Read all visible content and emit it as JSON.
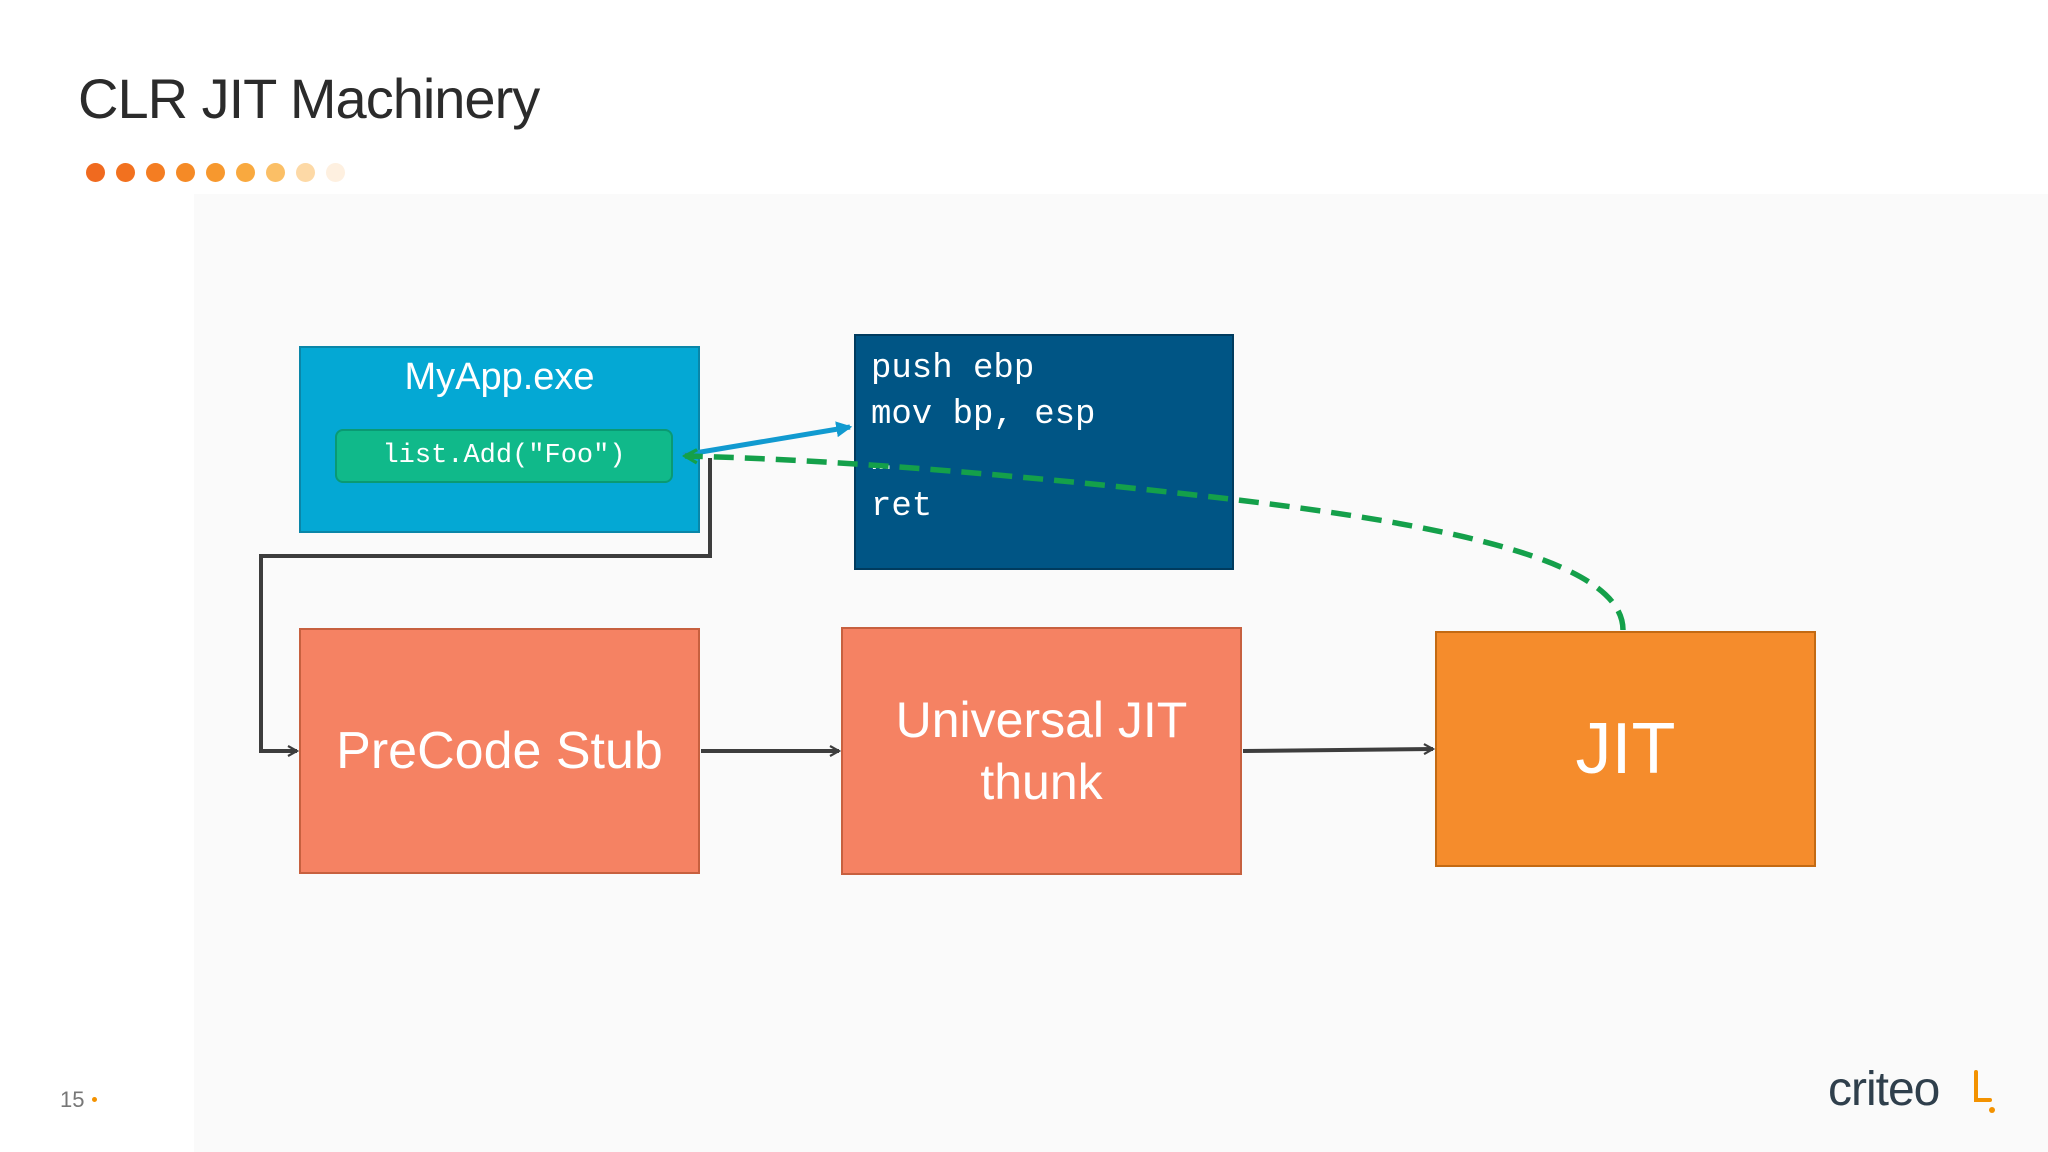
{
  "slide": {
    "title": "CLR JIT Machinery",
    "page_number": "15",
    "logo": "criteo"
  },
  "decor": {
    "dot_colors": [
      "#f06a1f",
      "#f2711f",
      "#f47d22",
      "#f58a26",
      "#f7982e",
      "#f9a93f",
      "#fbbf66",
      "#fdd9a6",
      "#fef0e0"
    ],
    "accent": "#f39200"
  },
  "boxes": {
    "myapp": {
      "title": "MyApp.exe",
      "call": "list.Add(\"Foo\")"
    },
    "assembly": {
      "lines": [
        "push ebp",
        "mov bp, esp",
        "…",
        "ret"
      ]
    },
    "precode": {
      "label": "PreCode Stub"
    },
    "thunk": {
      "label_line1": "Universal JIT",
      "label_line2": "thunk"
    },
    "jit": {
      "label": "JIT"
    }
  },
  "colors": {
    "myapp_bg": "#04a8d4",
    "call_bg": "#10b98a",
    "asm_bg": "#005585",
    "stub_bg": "#f58263",
    "jit_bg": "#f58c2c",
    "dashed_arrow": "#14a04a",
    "blue_arrow": "#119ad0",
    "connector": "#3d3d3d"
  }
}
